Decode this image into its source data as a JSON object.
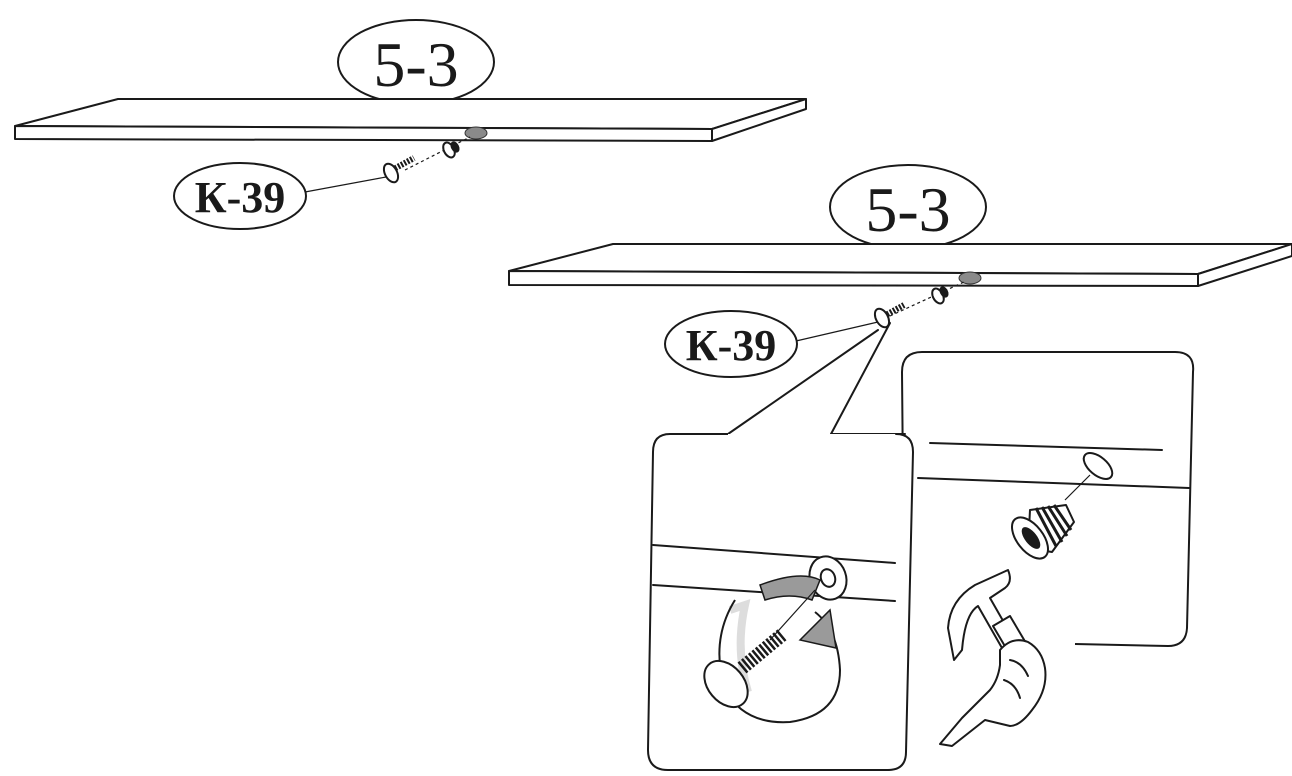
{
  "step_labels": {
    "top": "5-3",
    "bottom": "5-3"
  },
  "part_labels": {
    "top": "К-39",
    "bottom": "К-39"
  },
  "icons": [
    "board",
    "cam-bolt",
    "cam-housing",
    "hammer",
    "hand",
    "rotation-arrow"
  ]
}
